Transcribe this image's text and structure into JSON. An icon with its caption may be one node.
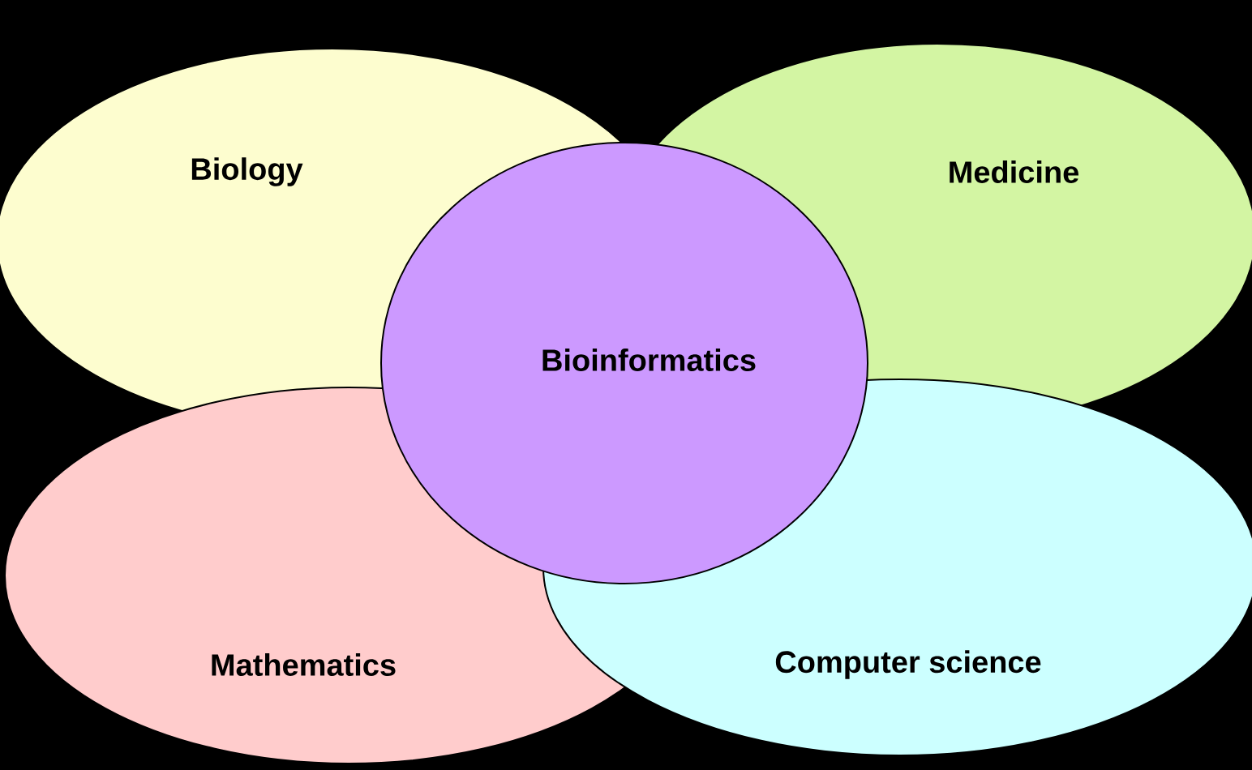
{
  "diagram": {
    "nodes": [
      {
        "text": [
          "Biology"
        ]
      },
      {
        "text": [
          "Medicine"
        ]
      },
      {
        "text": [
          "Bioinformatics"
        ]
      },
      {
        "text": [
          "Mathematics"
        ]
      },
      {
        "text": [
          "Computer science"
        ]
      }
    ]
  }
}
